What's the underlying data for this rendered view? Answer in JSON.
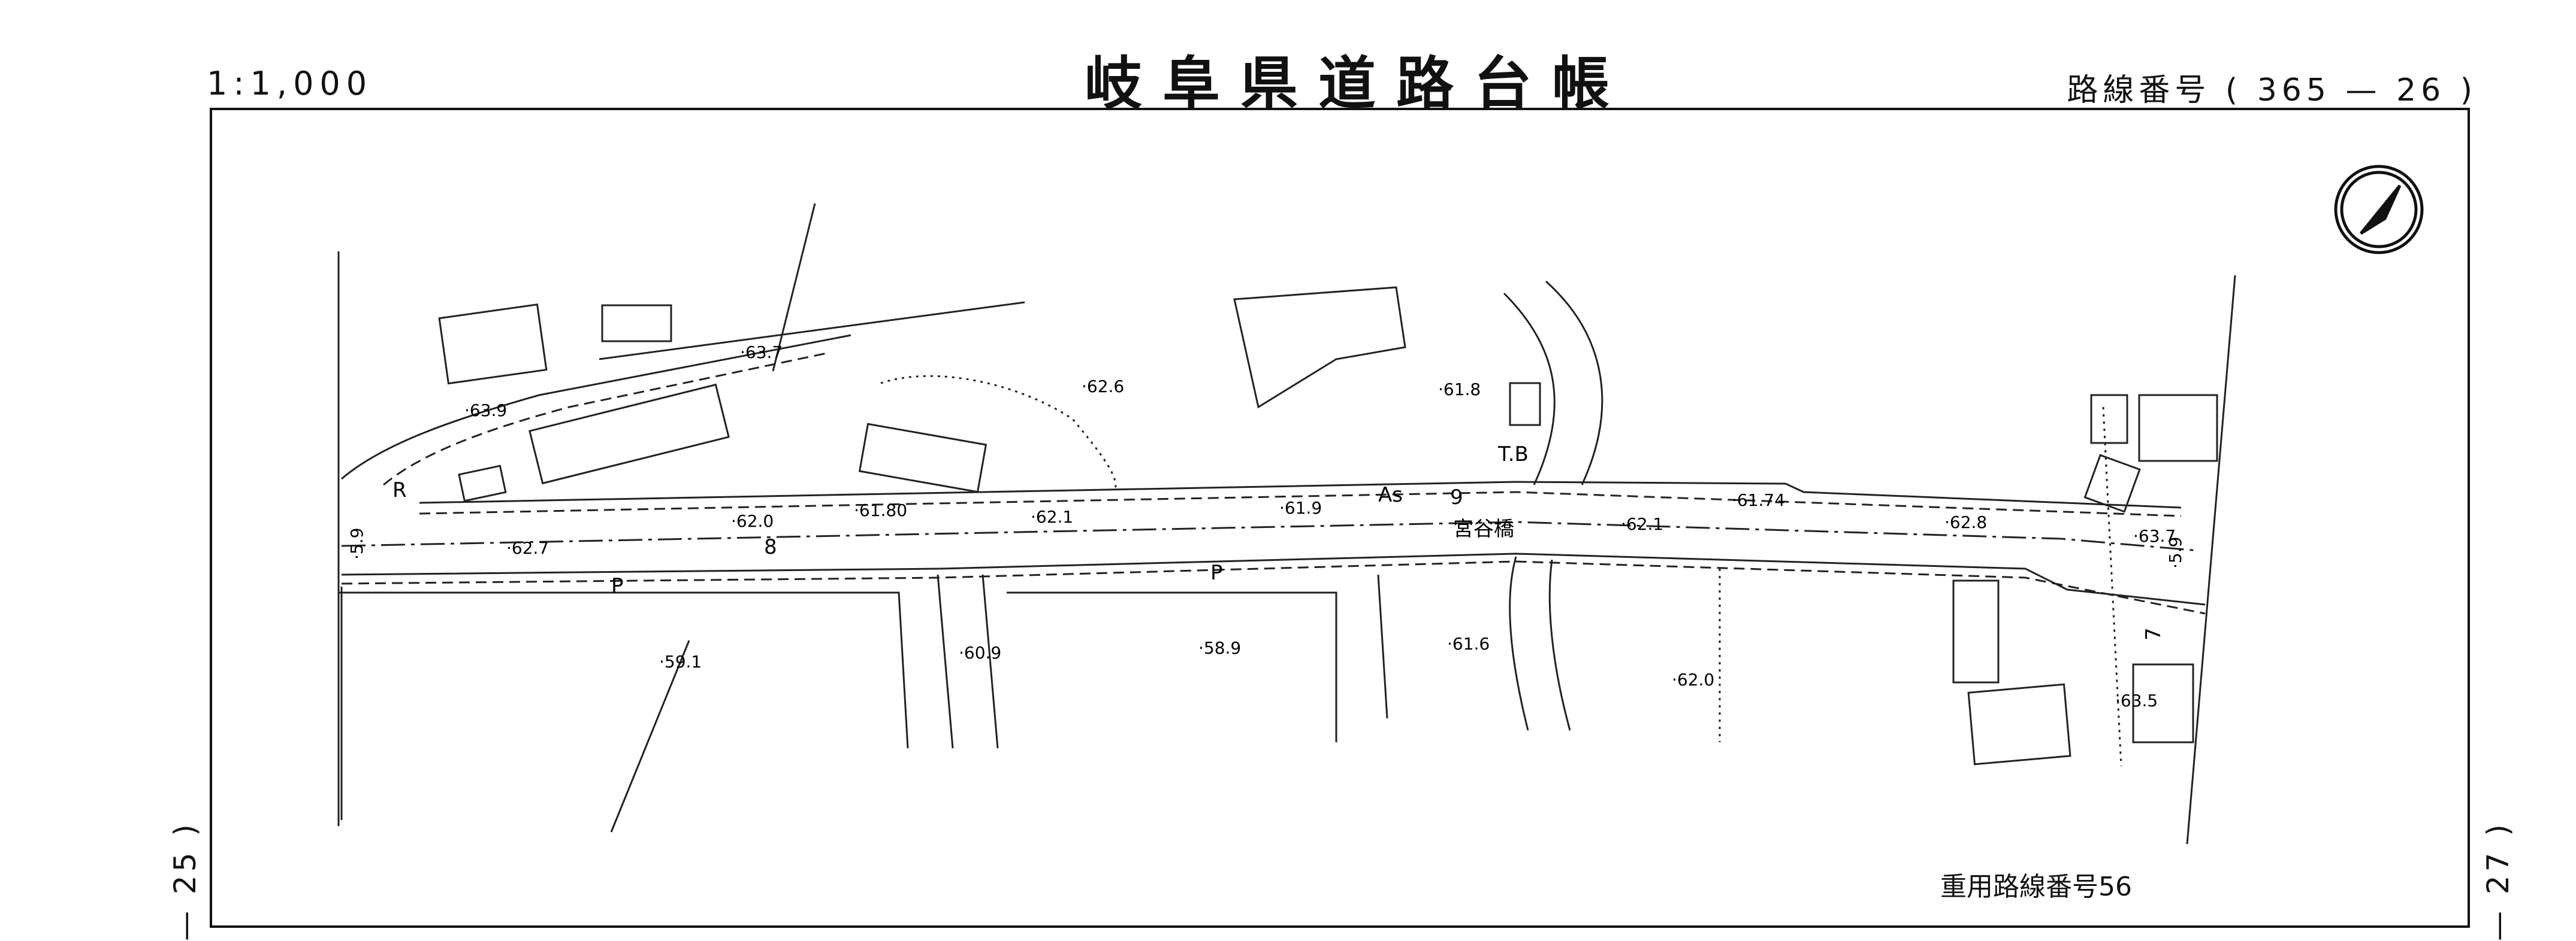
{
  "header": {
    "scale": "1:1,000",
    "title": "岐阜県道路台帳",
    "route_label": "路線番号",
    "route_number": "( 365 — 26 )"
  },
  "side_labels": {
    "left": "— 25 )",
    "right": "— 27 )"
  },
  "overlap_note": "重用路線番号56",
  "map": {
    "elevations": [
      "63.7",
      "63.9",
      "62.6",
      "61.8",
      "62.0",
      "61.80",
      "62.1",
      "61.9",
      "61.74",
      "62.1",
      "62.8",
      "63.7",
      "62.7",
      "59.1",
      "60.9",
      "58.9",
      "61.6",
      "62.0",
      "63.5",
      "5.9",
      "5.9"
    ],
    "labels": {
      "bridge": "宮谷橋",
      "asphalt": "As",
      "route_no": "9",
      "section": "8",
      "tb": "T.B",
      "r_mark": "R",
      "p1": "P",
      "p2": "P",
      "seven": "7"
    }
  }
}
